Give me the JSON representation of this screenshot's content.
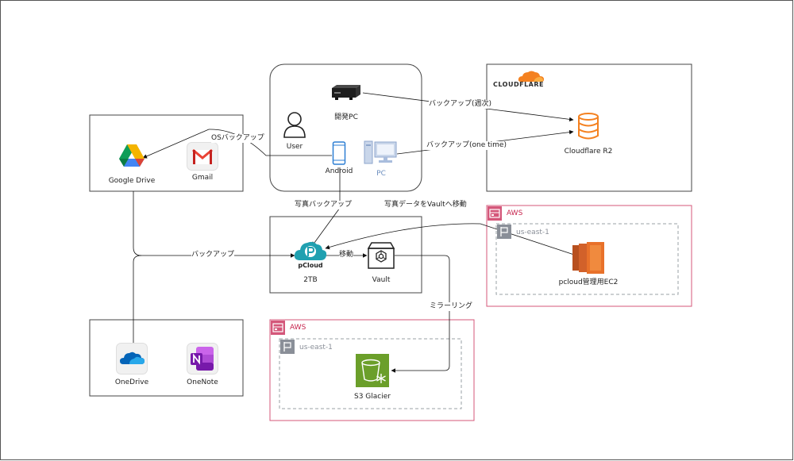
{
  "nodes": {
    "dev_pc": "開発PC",
    "user": "User",
    "android": "Android",
    "pc": "PC",
    "cloudflare_logo": "CLOUDFLARE",
    "cloudflare_r2": "Cloudflare R2",
    "google_drive": "Google Drive",
    "gmail": "Gmail",
    "pcloud_logo": "pCloud",
    "pcloud_size": "2TB",
    "vault": "Vault",
    "onedrive": "OneDrive",
    "onenote": "OneNote",
    "aws_label_1": "AWS",
    "region_1": "us-east-1",
    "ec2": "pcloud管理用EC2",
    "aws_label_2": "AWS",
    "region_2": "us-east-1",
    "glacier": "S3 Glacier"
  },
  "edges": {
    "backup_weekly": "バックアップ(週次)",
    "backup_one_time": "バックアップ(one time)",
    "os_backup": "OSバックアップ",
    "photo_backup": "写真バックアップ",
    "move_to_vault": "写真データをVaultへ移動",
    "backup": "バックアップ",
    "move": "移動",
    "mirroring": "ミラーリング"
  },
  "colors": {
    "aws_border": "#d4577a",
    "region_border": "#9aa0a6",
    "cloudflare_orange": "#f48120",
    "ec2_orange": "#e8712a",
    "glacier_green": "#6b9f2a",
    "pcloud_teal": "#20a0b0",
    "android_blue": "#2d7fd3",
    "pc_blue": "#a9bddd"
  }
}
